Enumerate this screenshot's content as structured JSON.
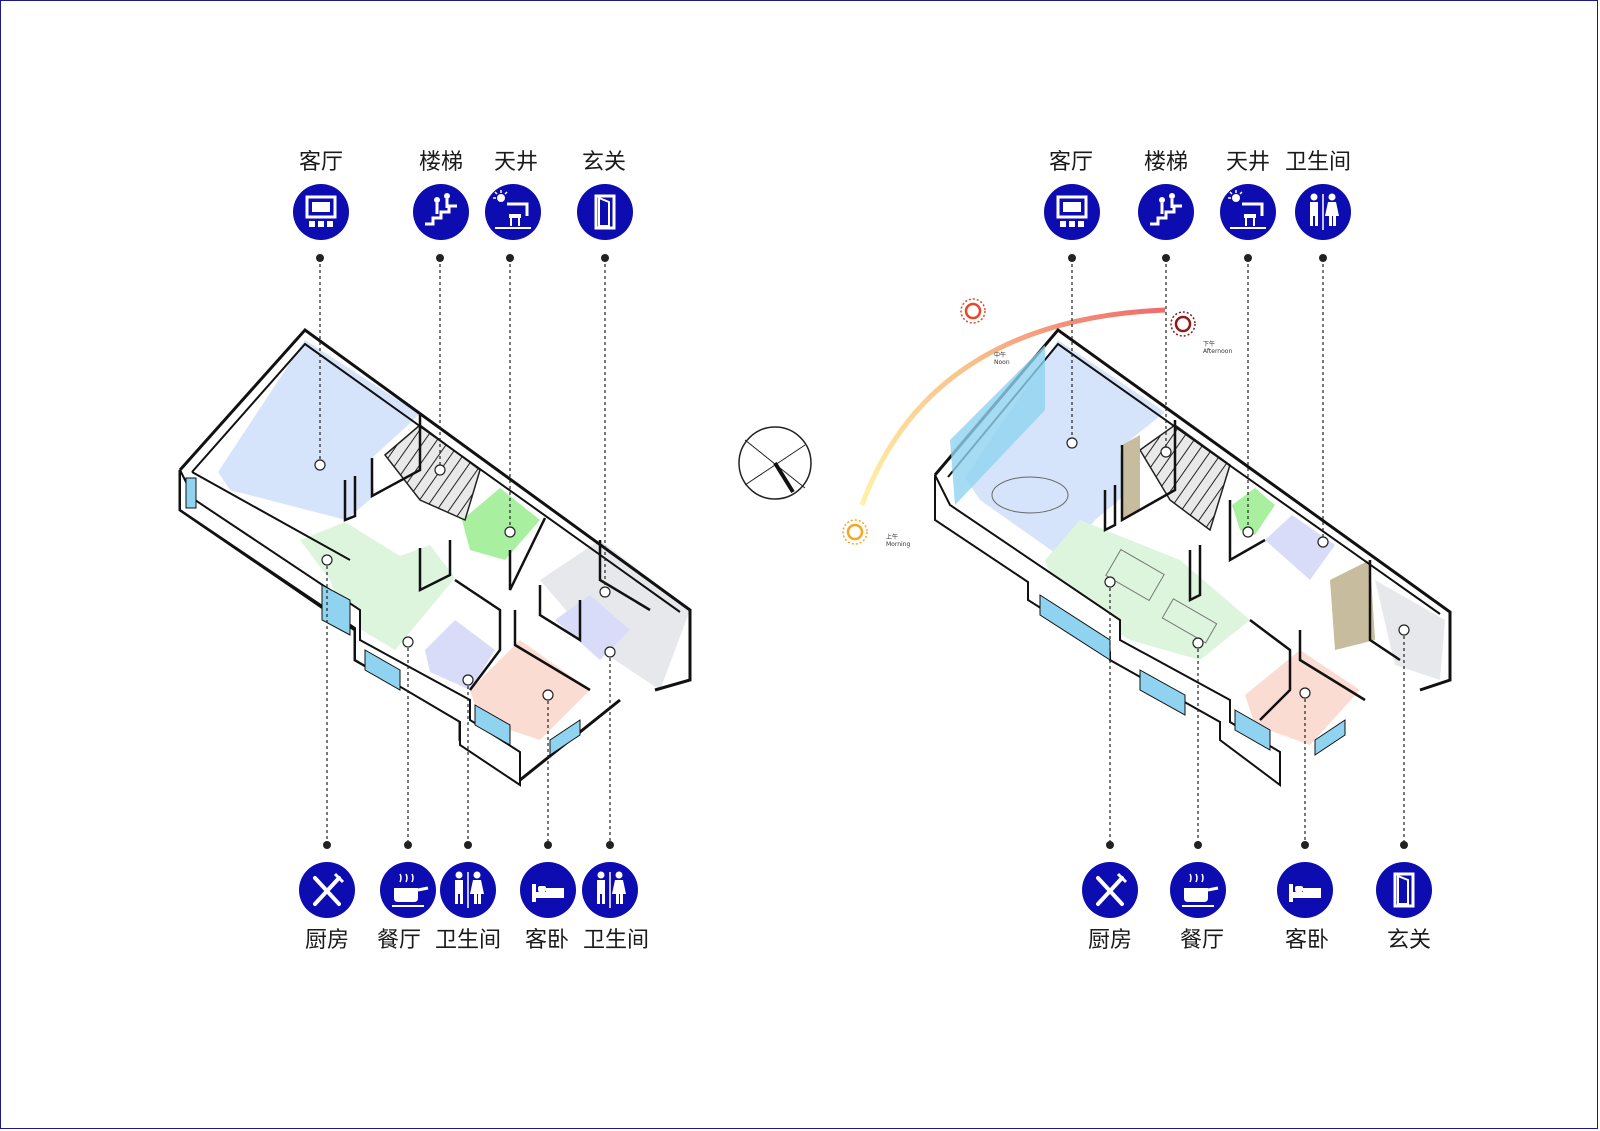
{
  "colors": {
    "icon_blue": "#0c0cb0",
    "living": "#d6e4fb",
    "dining": "#dcf5dc",
    "courtyard": "#a8f0a0",
    "bath": "#d8dcf8",
    "bedroom": "#fbdcd2",
    "entry": "#e6e8ec",
    "glass": "#8fd3f0",
    "wood": "#c8bc9e"
  },
  "left_plan": {
    "top_labels": [
      {
        "text": "客厅",
        "icon": "tv-screen-icon"
      },
      {
        "text": "楼梯",
        "icon": "stairs-icon"
      },
      {
        "text": "天井",
        "icon": "courtyard-icon"
      },
      {
        "text": "玄关",
        "icon": "door-icon"
      }
    ],
    "bottom_labels": [
      {
        "text": "厨房",
        "icon": "fork-knife-icon"
      },
      {
        "text": "餐厅",
        "icon": "cooking-pot-icon"
      },
      {
        "text": "卫生间",
        "icon": "restroom-icon"
      },
      {
        "text": "客卧",
        "icon": "bed-icon"
      },
      {
        "text": "卫生间",
        "icon": "restroom-icon"
      }
    ]
  },
  "right_plan": {
    "top_labels": [
      {
        "text": "客厅",
        "icon": "tv-screen-icon"
      },
      {
        "text": "楼梯",
        "icon": "stairs-icon"
      },
      {
        "text": "天井",
        "icon": "courtyard-icon"
      },
      {
        "text": "卫生间",
        "icon": "restroom-icon"
      }
    ],
    "bottom_labels": [
      {
        "text": "厨房",
        "icon": "fork-knife-icon"
      },
      {
        "text": "餐厅",
        "icon": "cooking-pot-icon"
      },
      {
        "text": "客卧",
        "icon": "bed-icon"
      },
      {
        "text": "玄关",
        "icon": "door-icon"
      }
    ],
    "sun_path": [
      {
        "cn": "上午",
        "en": "Morning",
        "color": "#f5a623"
      },
      {
        "cn": "中午",
        "en": "Noon",
        "color": "#e8452c"
      },
      {
        "cn": "下午",
        "en": "Afternoon",
        "color": "#8b1a1a"
      }
    ]
  },
  "compass": {
    "icon": "compass-icon"
  }
}
